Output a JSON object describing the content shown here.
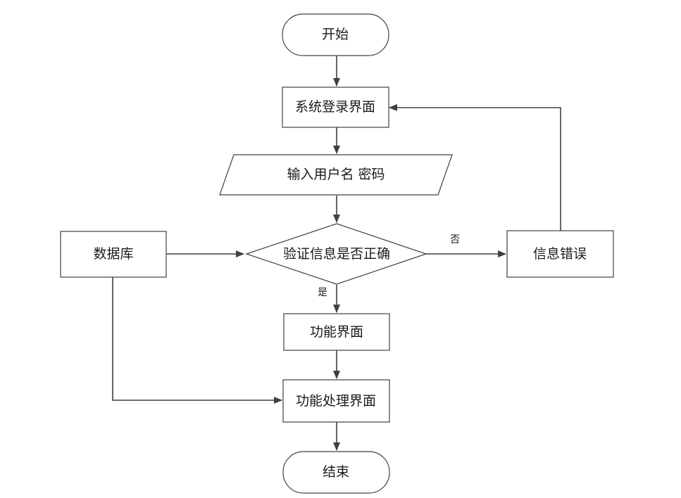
{
  "nodes": {
    "start": "开始",
    "login": "系统登录界面",
    "input": "输入用户名 密码",
    "decision": "验证信息是否正确",
    "database": "数据库",
    "error": "信息错误",
    "function_ui": "功能界面",
    "processing_ui": "功能处理界面",
    "end": "结束"
  },
  "edges": {
    "yes_label": "是",
    "no_label": "否"
  },
  "colors": {
    "stroke": "#404040",
    "fill": "#ffffff",
    "text": "#1a1a1a"
  }
}
